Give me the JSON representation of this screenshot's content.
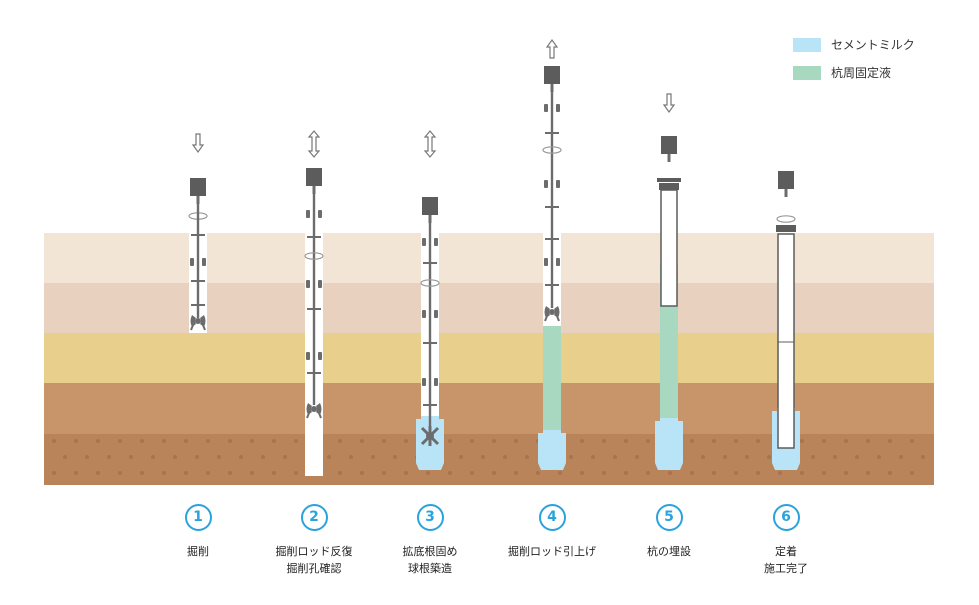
{
  "legend": {
    "cement_milk": {
      "label": "セメントミルク",
      "color": "#b9e3f7"
    },
    "pile_fixing_liquid": {
      "label": "杭周固定液",
      "color": "#a8d8c0"
    }
  },
  "colors": {
    "soil_layers": [
      "#f3e5d6",
      "#e9d1c0",
      "#e8cf8c",
      "#c8946a",
      "#b98459"
    ],
    "rod": "#6c6c6c",
    "machine_head": "#5c5c5c",
    "pile_wall": "#5c5c5c",
    "bore": "#ffffff",
    "step_number": "#2aa3dd"
  },
  "steps": [
    {
      "number": "1",
      "lines": [
        "掘削",
        ""
      ],
      "motion": "down-arrow-icon"
    },
    {
      "number": "2",
      "lines": [
        "掘削ロッド反復",
        "掘削孔確認"
      ],
      "motion": "up-down-arrow-icon"
    },
    {
      "number": "3",
      "lines": [
        "拡底根固め",
        "球根築造"
      ],
      "motion": "up-down-arrow-icon"
    },
    {
      "number": "4",
      "lines": [
        "掘削ロッド引上げ",
        ""
      ],
      "motion": "up-arrow-icon"
    },
    {
      "number": "5",
      "lines": [
        "杭の埋設",
        ""
      ],
      "motion": "down-arrow-icon"
    },
    {
      "number": "6",
      "lines": [
        "定着",
        "施工完了"
      ],
      "motion": ""
    }
  ]
}
